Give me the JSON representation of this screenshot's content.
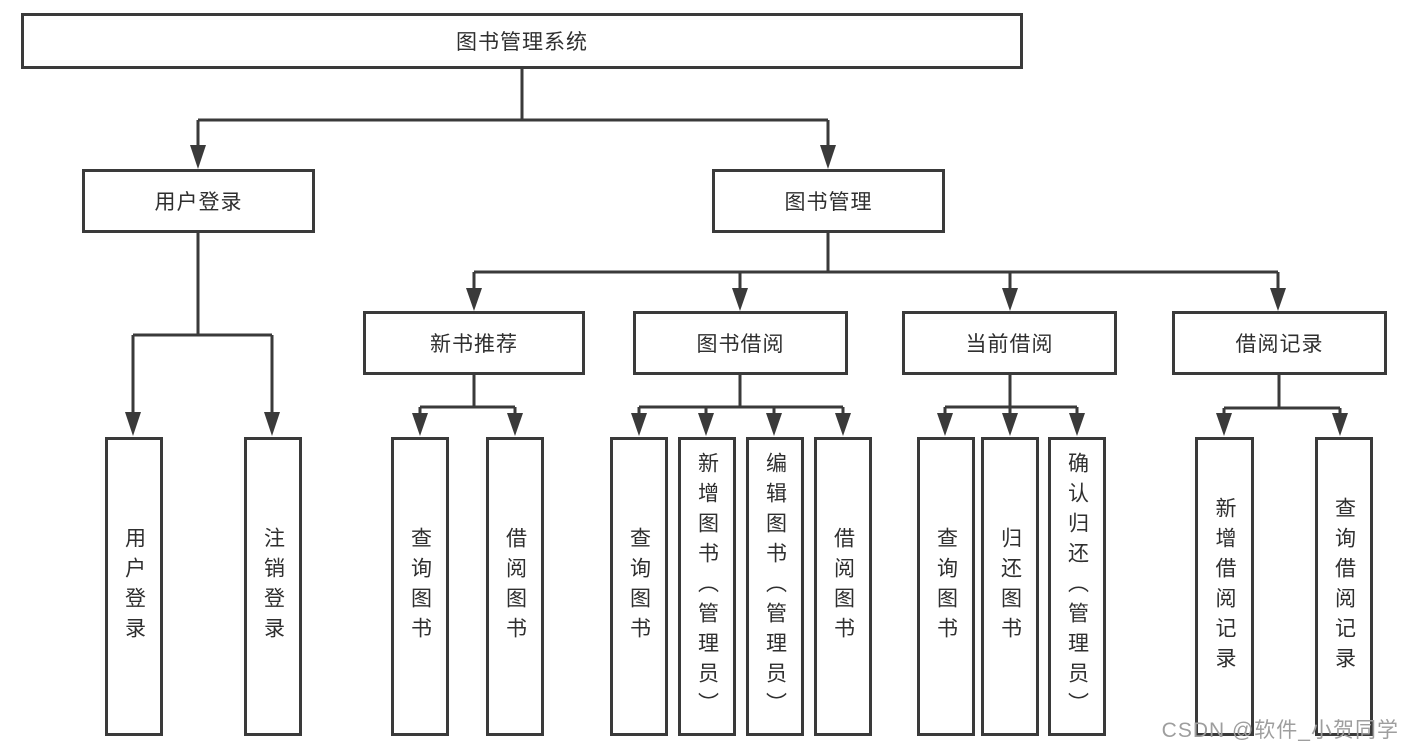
{
  "diagram": {
    "title": "图书管理系统",
    "level2": [
      {
        "label": "用户登录"
      },
      {
        "label": "图书管理"
      }
    ],
    "level3": [
      {
        "label": "新书推荐"
      },
      {
        "label": "图书借阅"
      },
      {
        "label": "当前借阅"
      },
      {
        "label": "借阅记录"
      }
    ],
    "leaves": [
      {
        "label": "用户登录"
      },
      {
        "label": "注销登录"
      },
      {
        "label": "查询图书"
      },
      {
        "label": "借阅图书"
      },
      {
        "label": "查询图书"
      },
      {
        "label": "新增图书（管理员）"
      },
      {
        "label": "编辑图书（管理员）"
      },
      {
        "label": "借阅图书"
      },
      {
        "label": "查询图书"
      },
      {
        "label": "归还图书"
      },
      {
        "label": "确认归还（管理员）"
      },
      {
        "label": "新增借阅记录"
      },
      {
        "label": "查询借阅记录"
      }
    ]
  },
  "watermark": {
    "text": "CSDN @软件_小贺同学"
  },
  "colors": {
    "line": "#3a3a3a",
    "box_border": "#3a3a3a",
    "text": "#2f2f2f",
    "watermark": "#9e9e9e",
    "background": "#ffffff"
  }
}
